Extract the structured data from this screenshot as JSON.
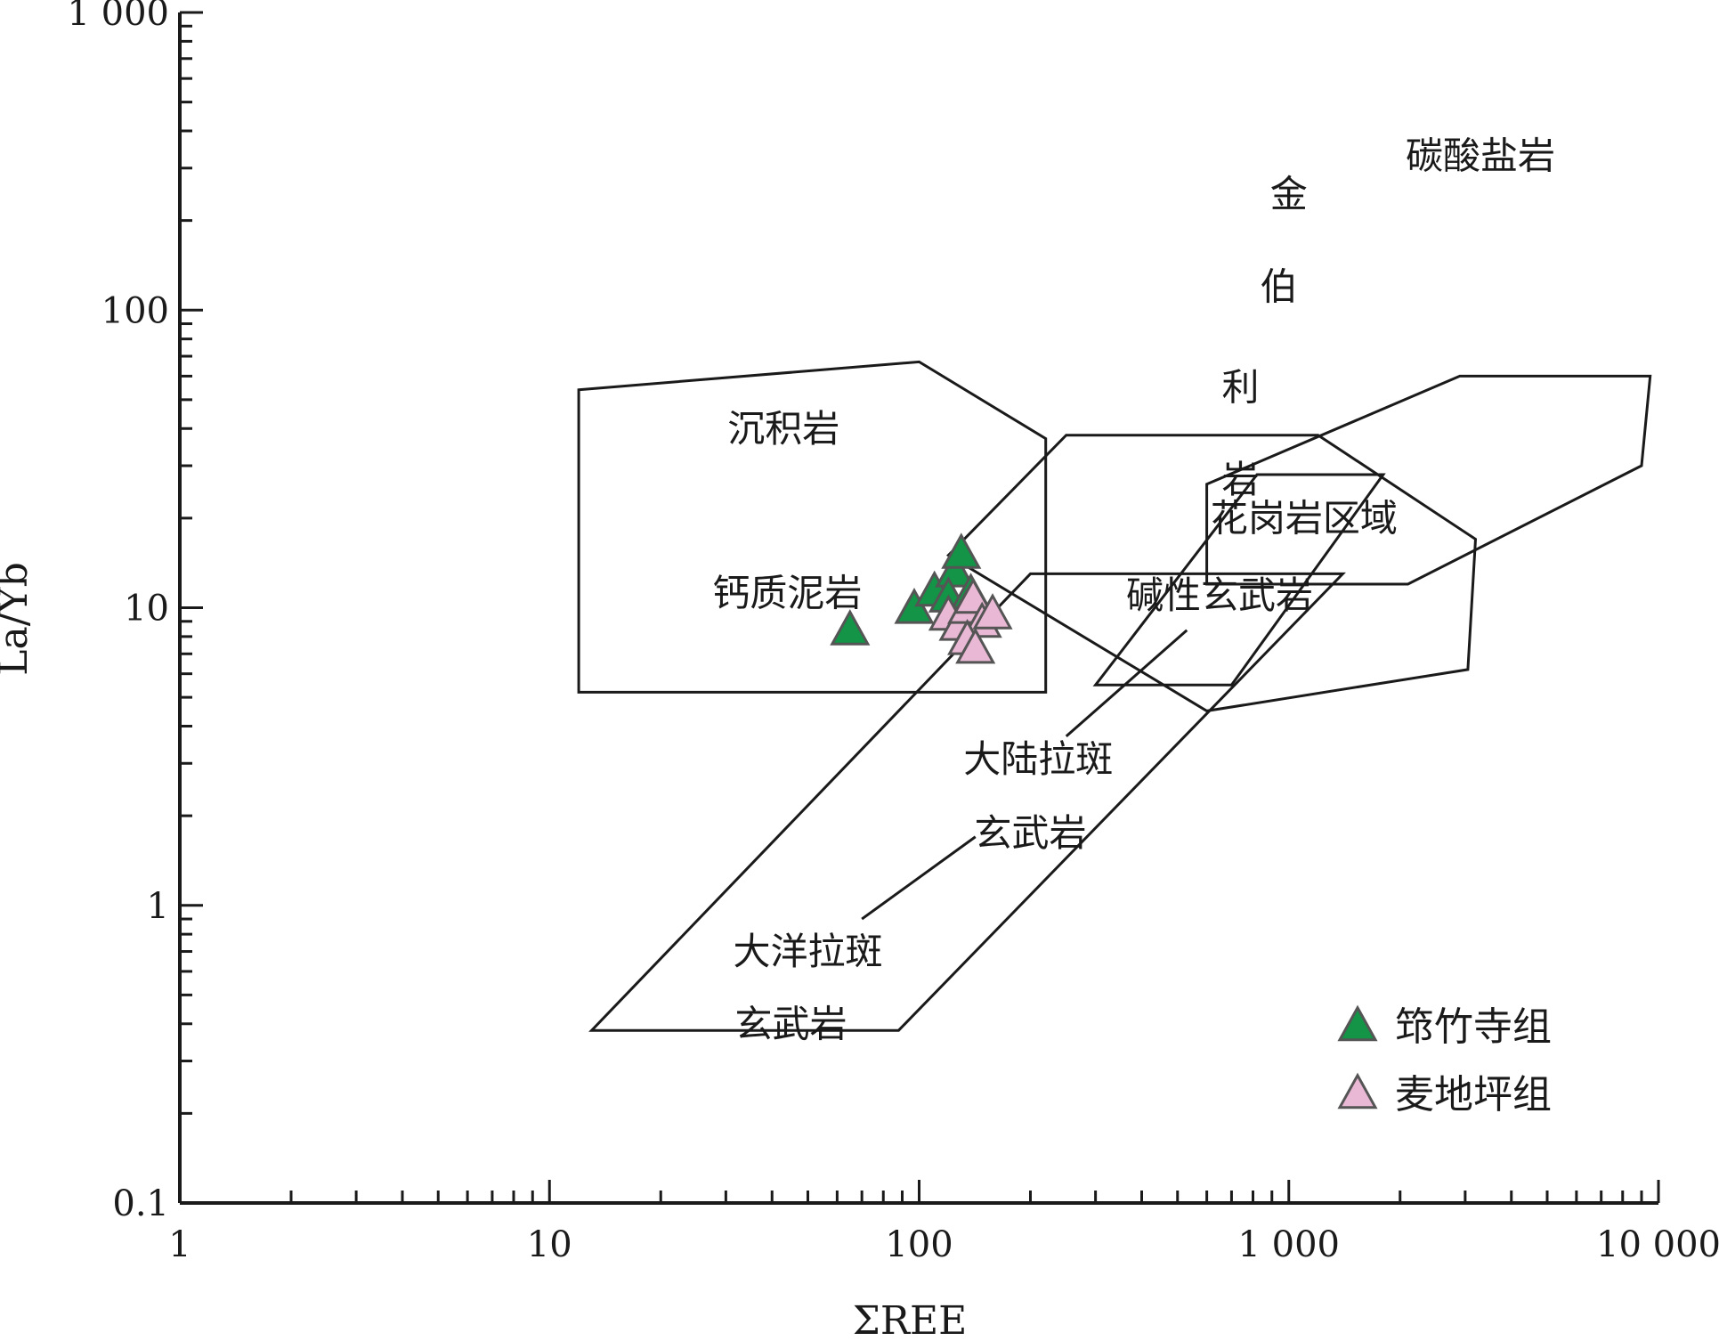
{
  "chart_data": {
    "type": "scatter",
    "xlabel": "ΣREE",
    "ylabel": "La/Yb",
    "x_scale": "log",
    "y_scale": "log",
    "xlim": [
      1,
      10000
    ],
    "ylim": [
      0.1,
      1000
    ],
    "x_ticks": [
      {
        "value": 1,
        "label": "1"
      },
      {
        "value": 10,
        "label": "10"
      },
      {
        "value": 100,
        "label": "100"
      },
      {
        "value": 1000,
        "label": "1 000"
      },
      {
        "value": 10000,
        "label": "10 000"
      }
    ],
    "y_ticks": [
      {
        "value": 0.1,
        "label": "0.1"
      },
      {
        "value": 1,
        "label": "1"
      },
      {
        "value": 10,
        "label": "10"
      },
      {
        "value": 100,
        "label": "100"
      },
      {
        "value": 1000,
        "label": "1 000"
      }
    ],
    "grid": false,
    "legend_position": "bottom-right",
    "regions": [
      {
        "name": "沉积岩",
        "points": [
          [
            12,
            54
          ],
          [
            100,
            67
          ],
          [
            220,
            37
          ],
          [
            220,
            5.2
          ],
          [
            12,
            5.2
          ]
        ]
      },
      {
        "name": "花岗岩区域",
        "points": [
          [
            250,
            38
          ],
          [
            1200,
            38
          ],
          [
            3200,
            17
          ],
          [
            3050,
            6.2
          ],
          [
            600,
            4.5
          ],
          [
            120,
            15
          ]
        ]
      },
      {
        "name": "碳酸盐岩",
        "points": [
          [
            600,
            26
          ],
          [
            2900,
            60
          ],
          [
            9500,
            60
          ],
          [
            9000,
            30
          ],
          [
            2100,
            12
          ],
          [
            600,
            12
          ]
        ]
      },
      {
        "name": "金伯利岩",
        "points": [
          [
            820,
            28
          ],
          [
            1800,
            28
          ],
          [
            700,
            5.5
          ],
          [
            300,
            5.5
          ]
        ]
      },
      {
        "name": "拉斑玄武岩",
        "points": [
          [
            200,
            13
          ],
          [
            1400,
            13
          ],
          [
            88,
            0.38
          ],
          [
            13,
            0.38
          ]
        ]
      }
    ],
    "region_labels": [
      {
        "text": "沉积岩",
        "x": 43,
        "y": 40
      },
      {
        "text": "钙质泥岩",
        "x": 44,
        "y": 11.2
      },
      {
        "text": "花岗岩区域",
        "x": 1100,
        "y": 20
      },
      {
        "text": "碱性玄武岩",
        "x": 650,
        "y": 11
      },
      {
        "text": "碳酸盐岩",
        "x": 3300,
        "y": 330
      },
      {
        "text": "金",
        "x": 1000,
        "y": 245
      },
      {
        "text": "伯",
        "x": 940,
        "y": 120
      },
      {
        "text": "利",
        "x": 740,
        "y": 55
      },
      {
        "text": "岩",
        "x": 740,
        "y": 27
      },
      {
        "text": "大陆拉斑",
        "x": 210,
        "y": 3.1
      },
      {
        "text": "玄武岩",
        "x": 200,
        "y": 1.75
      },
      {
        "text": "大洋拉斑",
        "x": 50,
        "y": 0.7
      },
      {
        "text": "玄武岩",
        "x": 45,
        "y": 0.4
      }
    ],
    "leader_lines": [
      {
        "from": [
          530,
          8.4
        ],
        "to": [
          250,
          3.7
        ]
      },
      {
        "from": [
          142,
          1.7
        ],
        "to": [
          70,
          0.9
        ]
      }
    ],
    "series": [
      {
        "name": "筇竹寺组",
        "marker": "triangle",
        "color": "#139447",
        "points": [
          [
            65,
            8.3
          ],
          [
            97,
            9.8
          ],
          [
            110,
            11.2
          ],
          [
            125,
            13
          ],
          [
            130,
            15
          ],
          [
            120,
            10.7
          ],
          [
            138,
            11
          ]
        ]
      },
      {
        "name": "麦地坪组",
        "marker": "triangle",
        "color": "#e9b8d4",
        "points": [
          [
            120,
            9.3
          ],
          [
            128,
            8.6
          ],
          [
            135,
            9.8
          ],
          [
            140,
            10.6
          ],
          [
            148,
            8.8
          ],
          [
            158,
            9.4
          ],
          [
            135,
            7.7
          ],
          [
            142,
            7.2
          ]
        ]
      }
    ]
  }
}
